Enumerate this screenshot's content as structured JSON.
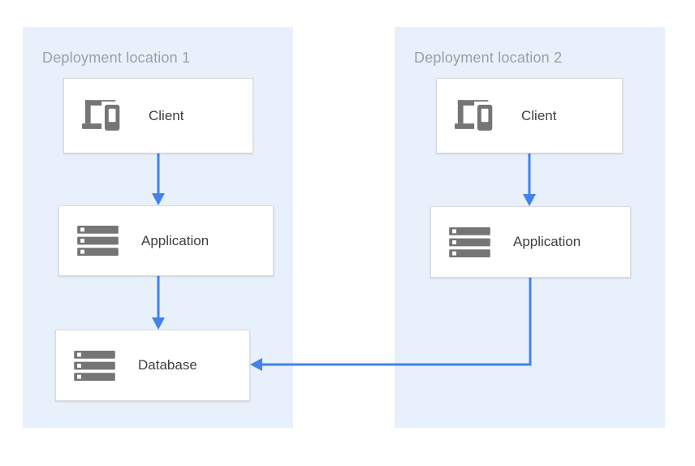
{
  "colors": {
    "region_bg": "#E8F0FB",
    "region_title": "#9AA0A6",
    "box_bg": "#FFFFFF",
    "box_border": "#D9DBDE",
    "label_text": "#3C4043",
    "icon_gray": "#757575",
    "arrow_blue": "#4282EF"
  },
  "diagram": {
    "regions": [
      {
        "title": "Deployment location 1",
        "nodes": [
          {
            "label": "Client",
            "icon": "devices-icon"
          },
          {
            "label": "Application",
            "icon": "server-stack-icon"
          },
          {
            "label": "Database",
            "icon": "server-stack-icon"
          }
        ]
      },
      {
        "title": "Deployment location 2",
        "nodes": [
          {
            "label": "Client",
            "icon": "devices-icon"
          },
          {
            "label": "Application",
            "icon": "server-stack-icon"
          }
        ]
      }
    ],
    "edges": [
      {
        "from": "location1-client",
        "to": "location1-application"
      },
      {
        "from": "location1-application",
        "to": "location1-database"
      },
      {
        "from": "location2-client",
        "to": "location2-application"
      },
      {
        "from": "location2-application",
        "to": "location1-database"
      }
    ]
  }
}
